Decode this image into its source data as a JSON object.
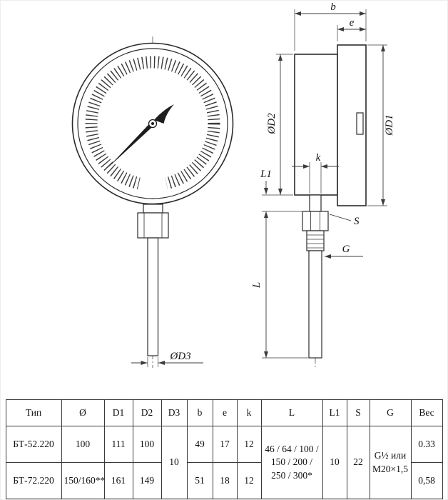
{
  "drawing": {
    "labels": {
      "b": "b",
      "e": "e",
      "od2": "ØD2",
      "od1": "ØD1",
      "k": "k",
      "l1": "L1",
      "s": "S",
      "g": "G",
      "l": "L",
      "od3": "ØD3"
    }
  },
  "table": {
    "headers": [
      "Тип",
      "Ø",
      "D1",
      "D2",
      "D3",
      "b",
      "e",
      "k",
      "L",
      "L1",
      "S",
      "G",
      "Вес"
    ],
    "rows": [
      {
        "type": "БТ-52.220",
        "diameter": "100",
        "d1": "111",
        "d2": "100",
        "b": "49",
        "e": "17",
        "k": "12",
        "weight": "0.33"
      },
      {
        "type": "БТ-72.220",
        "diameter": "150/160**",
        "d1": "161",
        "d2": "149",
        "b": "51",
        "e": "18",
        "k": "12",
        "weight": "0,58"
      }
    ],
    "shared": {
      "d3": "10",
      "l": "46 / 64 / 100 / 150 / 200 / 250 / 300*",
      "l1": "10",
      "s": "22",
      "g": "G½ или M20×1,5"
    }
  }
}
